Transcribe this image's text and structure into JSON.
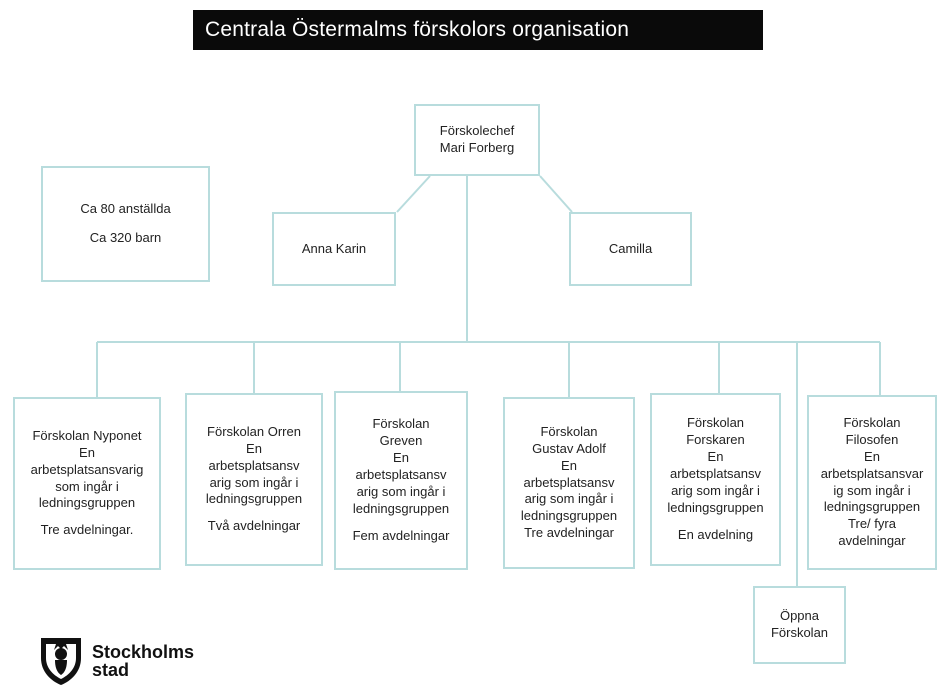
{
  "title": "Centrala Östermalms förskolors organisation",
  "head": {
    "line1": "Förskolechef",
    "line2": "Mari Forberg"
  },
  "stats": {
    "line1": "Ca 80 anställda",
    "line2": "Ca 320 barn"
  },
  "deputies": {
    "left": "Anna Karin",
    "right": "Camilla"
  },
  "units": [
    {
      "lines": [
        "Förskolan Nyponet",
        "En",
        "arbetsplatsansvarig",
        "som ingår i",
        "ledningsgruppen"
      ],
      "extra": "Tre avdelningar."
    },
    {
      "lines": [
        "Förskolan Orren",
        "En",
        "arbetsplatsansv",
        "arig som ingår i",
        "ledningsgruppen"
      ],
      "extra": "Två avdelningar"
    },
    {
      "lines": [
        "Förskolan",
        "Greven",
        "En",
        "arbetsplatsansv",
        "arig som ingår i",
        "ledningsgruppen"
      ],
      "extra": "Fem avdelningar"
    },
    {
      "lines": [
        "Förskolan",
        "Gustav Adolf",
        "En",
        "arbetsplatsansv",
        "arig som ingår i",
        "ledningsgruppen",
        "Tre avdelningar"
      ],
      "extra": ""
    },
    {
      "lines": [
        "Förskolan",
        "Forskaren",
        "En",
        "arbetsplatsansv",
        "arig som ingår i",
        "ledningsgruppen"
      ],
      "extra": "En avdelning"
    },
    {
      "lines": [
        "Förskolan",
        "Filosofen",
        "En",
        "arbetsplatsansvar",
        "ig som ingår i",
        "ledningsgruppen",
        "Tre/ fyra",
        "avdelningar"
      ],
      "extra": ""
    }
  ],
  "open_preschool": {
    "line1": "Öppna",
    "line2": "Förskolan"
  },
  "logo": {
    "name1": "Stockholms",
    "name2": "stad"
  },
  "colors": {
    "border": "#b8dcdd",
    "title_bg": "#0a0a0a",
    "title_text": "#ffffff"
  }
}
